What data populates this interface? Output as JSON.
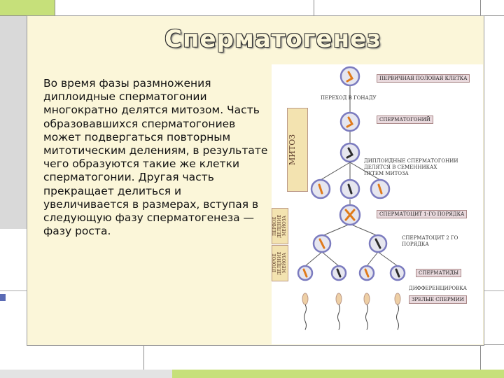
{
  "slide": {
    "title": "Сперматогенез",
    "body": "Во время фазы размножения диплоидные сперматогонии многократно делятся митозом. Часть образовавшихся сперматогониев может подвергаться повторным митотическим делениям, в результате чего образуются такие же клетки сперматогонии. Другая часть прекращает делиться и увеличивается в размерах, вступая в следующую фазу сперматогенеза — фазу роста."
  },
  "diagram": {
    "side_labels": {
      "mitosis": "МИТОЗ",
      "meiosis_first": "ПЕРВОЕ ДЕЛЕНИЕ МЕЙОЗА",
      "meiosis_second": "ВТОРОЕ ДЕЛЕНИЕ МЕЙОЗА"
    },
    "labels": {
      "primary_cell": "ПЕРВИЧНАЯ ПОЛОВАЯ КЛЕТКА",
      "to_gonad": "ПЕРЕХОД В ГОНАДУ",
      "spermatogonium": "СПЕРМАТОГОНИЙ",
      "diploid_line1": "ДИПЛОИДНЫЕ СПЕРМАТОГОНИИ",
      "diploid_line2": "ДЕЛЯТСЯ В СЕМЕННИКАХ",
      "diploid_line3": "ПУТЕМ МИТОЗА",
      "spermatocyte1": "СПЕРМАТОЦИТ 1-ГО ПОРЯДКА",
      "spermatocyte2_line1": "СПЕРМАТОЦИТ 2 ГО",
      "spermatocyte2_line2": "ПОРЯДКА",
      "spermatids": "СПЕРМАТИДЫ",
      "differentiation": "ДИФФЕРЕНЦИРОВКА",
      "mature_sperm": "ЗРЕЛЫЕ СПЕРМИИ"
    },
    "colors": {
      "cell_fill": "#e6e6ef",
      "cell_border": "#7b7bbf",
      "chromosome_a": "#e07a1a",
      "chromosome_b": "#2c2c2c",
      "label_box": "#e9d9dd",
      "side_label_bg": "#f3e3b0"
    }
  }
}
